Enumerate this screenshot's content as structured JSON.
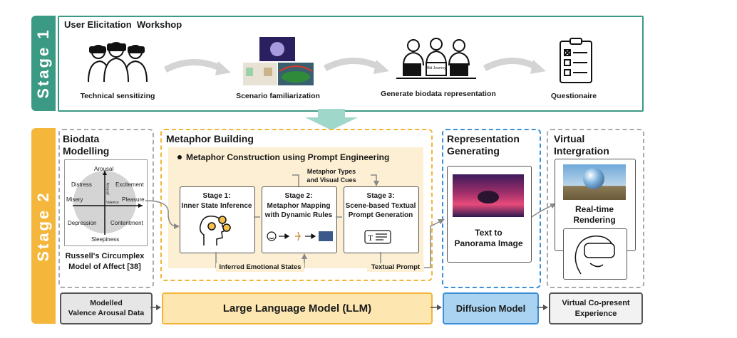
{
  "colors": {
    "stage1": "#3a9a83",
    "stage2": "#f5b63c",
    "dashed_gray": "#aaaaaa",
    "metaphor_border": "#f2b53a",
    "metaphor_fill": "#fcefd3",
    "representation_border": "#3a8fd6",
    "llm_fill": "#fde6b0",
    "diffusion_fill": "#a9d3f0"
  },
  "stage1": {
    "tab": "Stage 1",
    "title": "User Elicitation  Workshop",
    "steps": [
      {
        "label": "Technical sensitizing",
        "icon": "vr-users-icon"
      },
      {
        "label": "Scenario familiarization",
        "icon": "scenario-images-icon"
      },
      {
        "label": "Generate biodata representation",
        "icon": "computer-users-icon"
      },
      {
        "label": "Questionaire",
        "icon": "questionnaire-icon"
      }
    ],
    "screen_text": "Mid Journey"
  },
  "stage2": {
    "tab": "Stage 2",
    "biodata": {
      "title_line1": "Biodata",
      "title_line2": "Modelling",
      "axes": {
        "arousal": "Arousal",
        "excitement": "Excitement",
        "distress": "Distress",
        "misery": "Misery",
        "pleasure": "Pleasure",
        "depression": "Depression",
        "contentment": "Contentment",
        "sleepiness": "Sleepiness",
        "valence": "Valence",
        "arousal_axis": "Arousal"
      },
      "caption_line1": "Russell's Circumplex",
      "caption_line2": "Model of Affect [38]"
    },
    "metaphor": {
      "title": "Metaphor Building",
      "bullet": "Metaphor Construction using Prompt Engineering",
      "types_line1": "Metaphor Types",
      "types_line2": "and Visual Cues",
      "stage1_line1": "Stage 1:",
      "stage1_line2": "Inner State Inference",
      "stage2_line1": "Stage 2:",
      "stage2_line2": "Metaphor Mapping",
      "stage2_line3": "with Dynamic Rules",
      "stage3_line1": "Stage 3:",
      "stage3_line2": "Scene-based Textual",
      "stage3_line3": "Prompt Generation",
      "inferred": "Inferred Emotional States",
      "textual": "Textual Prompt"
    },
    "representation": {
      "title_line1": "Representation",
      "title_line2": "Generating",
      "label_line1": "Text to",
      "label_line2": "Panorama Image"
    },
    "virtual": {
      "title_line1": "Virtual",
      "title_line2": "Intergration",
      "label_line1": "Real-time",
      "label_line2": "Rendering"
    },
    "bottom": {
      "modelled_line1": "Modelled",
      "modelled_line2": "Valence Arousal Data",
      "llm": "Large Language Model (LLM)",
      "diffusion": "Diffusion Model",
      "virtual_line1": "Virtual Co-present",
      "virtual_line2": "Experience"
    }
  }
}
